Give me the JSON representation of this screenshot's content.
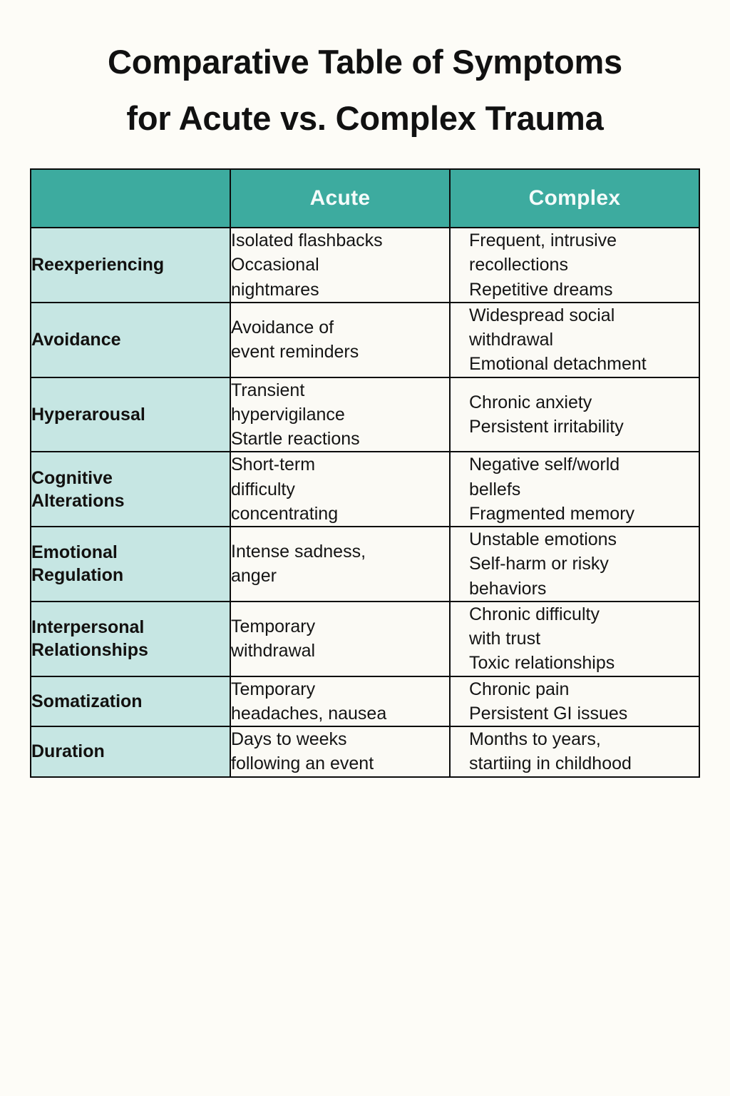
{
  "page": {
    "background_color": "#fdfcf7",
    "title_lines": [
      "Comparative Table of Symptoms",
      "for Acute vs. Complex Trauma"
    ]
  },
  "colors": {
    "header_teal": "#3dab9f",
    "row_label_teal": "#c6e6e3",
    "cell_background": "#fbfaf5",
    "border": "#0b0b0b",
    "header_text": "#f4fbfa",
    "body_text": "#141414"
  },
  "table": {
    "columns": [
      {
        "key": "symptom",
        "label": ""
      },
      {
        "key": "acute",
        "label": "Acute"
      },
      {
        "key": "complex",
        "label": "Complex"
      }
    ],
    "rows": [
      {
        "label_lines": [
          "Reexperiencing"
        ],
        "acute_lines": [
          "Isolated flashbacks",
          "Occasional",
          "nightmares"
        ],
        "complex_lines": [
          "Frequent, intrusive",
          "recollections",
          "Repetitive dreams"
        ]
      },
      {
        "label_lines": [
          "Avoidance"
        ],
        "acute_lines": [
          "Avoidance of",
          "event reminders"
        ],
        "complex_lines": [
          "Widespread social",
          "withdrawal",
          "Emotional detachment"
        ]
      },
      {
        "label_lines": [
          "Hyperarousal"
        ],
        "acute_lines": [
          "Transient",
          "hypervigilance",
          "Startle reactions"
        ],
        "complex_lines": [
          "Chronic anxiety",
          "Persistent irritability"
        ]
      },
      {
        "label_lines": [
          "Cognitive",
          "Alterations"
        ],
        "acute_lines": [
          "Short-term",
          "difficulty",
          "concentrating"
        ],
        "complex_lines": [
          "Negative self/world",
          "bellefs",
          "Fragmented memory"
        ]
      },
      {
        "label_lines": [
          "Emotional",
          "Regulation"
        ],
        "acute_lines": [
          "Intense sadness,",
          "anger"
        ],
        "complex_lines": [
          "Unstable emotions",
          "Self-harm or risky",
          "behaviors"
        ]
      },
      {
        "label_lines": [
          "Interpersonal",
          "Relationships"
        ],
        "acute_lines": [
          "Temporary",
          "withdrawal"
        ],
        "complex_lines": [
          "Chronic difficulty",
          "with trust",
          "Toxic relationships"
        ]
      },
      {
        "label_lines": [
          "Somatization"
        ],
        "acute_lines": [
          "Temporary",
          "headaches, nausea"
        ],
        "complex_lines": [
          "Chronic pain",
          "Persistent GI issues"
        ]
      },
      {
        "label_lines": [
          "Duration"
        ],
        "acute_lines": [
          "Days to weeks",
          "following an event"
        ],
        "complex_lines": [
          "Months to years,",
          "startiing in childhood"
        ]
      }
    ]
  }
}
